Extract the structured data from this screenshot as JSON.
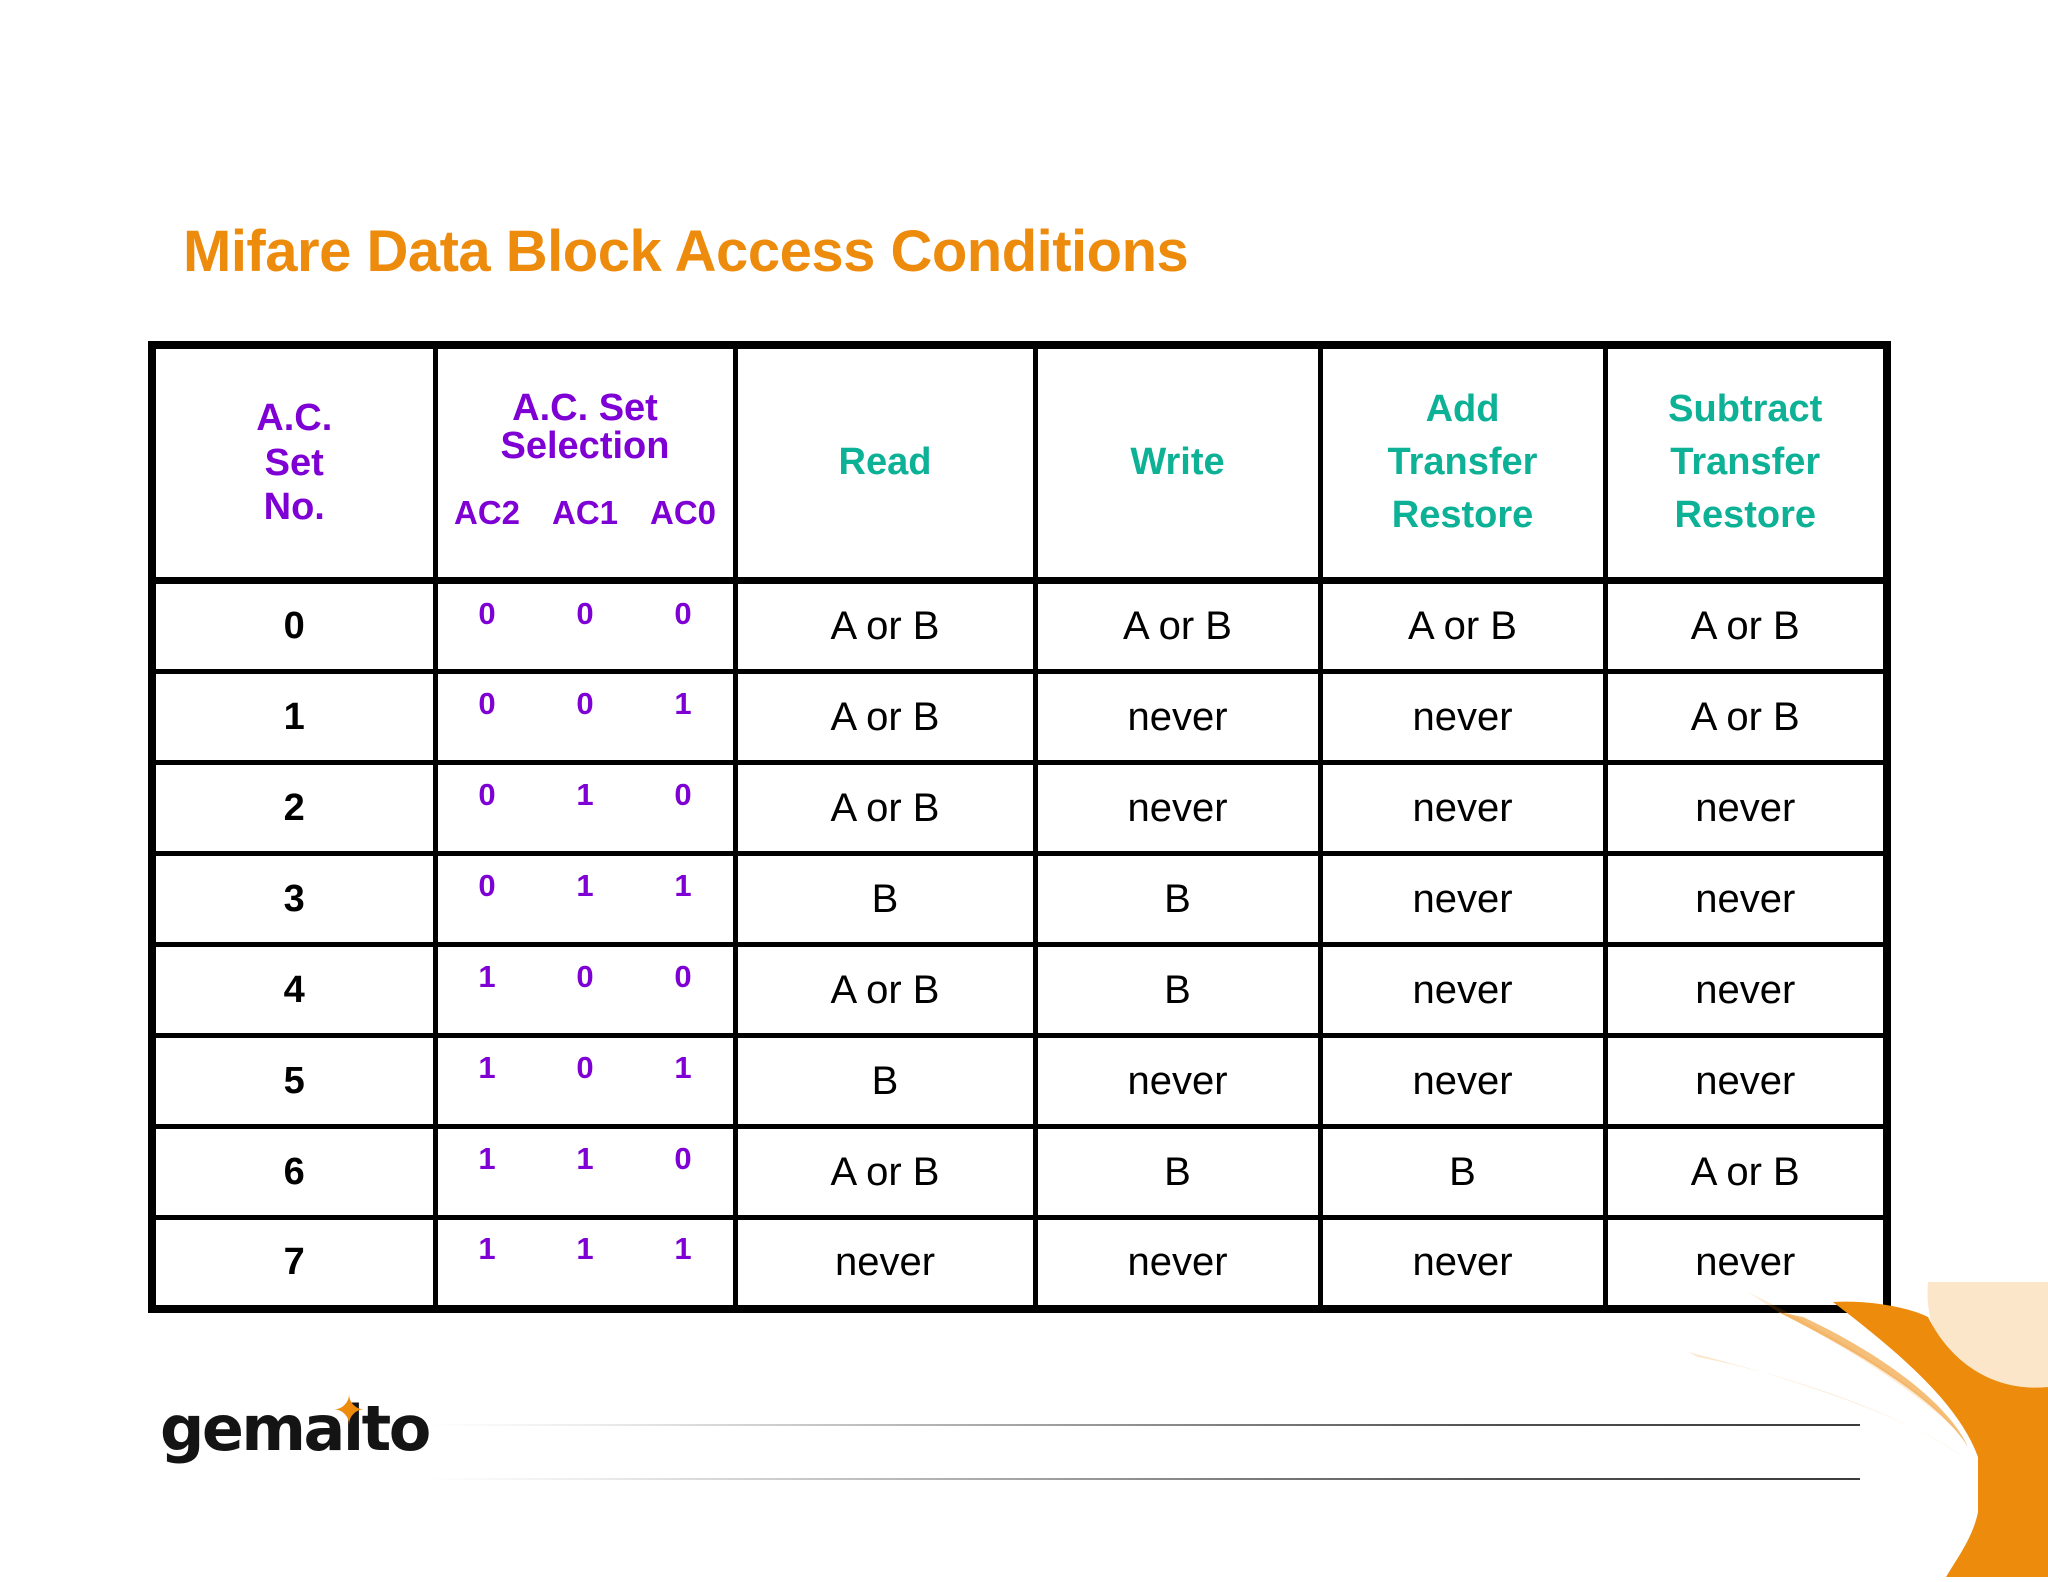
{
  "slide": {
    "title": "Mifare Data Block Access Conditions",
    "title_color": "#ED8B0D"
  },
  "colors": {
    "purple": "#7F00D4",
    "teal": "#0DB195",
    "orange": "#ED8B0D",
    "black": "#000000"
  },
  "table": {
    "headers": {
      "set_no": {
        "line1": "A.C.",
        "line2": "Set",
        "line3": "No."
      },
      "selection": {
        "line1": "A.C. Set",
        "line2": "Selection",
        "bits": [
          "AC2",
          "AC1",
          "AC0"
        ]
      },
      "read": {
        "line1": "Read"
      },
      "write": {
        "line1": "Write"
      },
      "add": {
        "line1": "Add",
        "line2": "Transfer",
        "line3": "Restore"
      },
      "subtract": {
        "line1": "Subtract",
        "line2": "Transfer",
        "line3": "Restore"
      }
    },
    "rows": [
      {
        "set_no": "0",
        "ac2": "0",
        "ac1": "0",
        "ac0": "0",
        "read": "A or B",
        "write": "A or B",
        "add": "A or B",
        "subtract": "A or B"
      },
      {
        "set_no": "1",
        "ac2": "0",
        "ac1": "0",
        "ac0": "1",
        "read": "A or B",
        "write": "never",
        "add": "never",
        "subtract": "A or B"
      },
      {
        "set_no": "2",
        "ac2": "0",
        "ac1": "1",
        "ac0": "0",
        "read": "A or B",
        "write": "never",
        "add": "never",
        "subtract": "never"
      },
      {
        "set_no": "3",
        "ac2": "0",
        "ac1": "1",
        "ac0": "1",
        "read": "B",
        "write": "B",
        "add": "never",
        "subtract": "never"
      },
      {
        "set_no": "4",
        "ac2": "1",
        "ac1": "0",
        "ac0": "0",
        "read": "A or B",
        "write": "B",
        "add": "never",
        "subtract": "never"
      },
      {
        "set_no": "5",
        "ac2": "1",
        "ac1": "0",
        "ac0": "1",
        "read": "B",
        "write": "never",
        "add": "never",
        "subtract": "never"
      },
      {
        "set_no": "6",
        "ac2": "1",
        "ac1": "1",
        "ac0": "0",
        "read": "A or B",
        "write": "B",
        "add": "B",
        "subtract": "A or B"
      },
      {
        "set_no": "7",
        "ac2": "1",
        "ac1": "1",
        "ac0": "1",
        "read": "never",
        "write": "never",
        "add": "never",
        "subtract": "never"
      }
    ]
  },
  "footer": {
    "logo_text": "gemalto",
    "logo_star": "✦"
  }
}
